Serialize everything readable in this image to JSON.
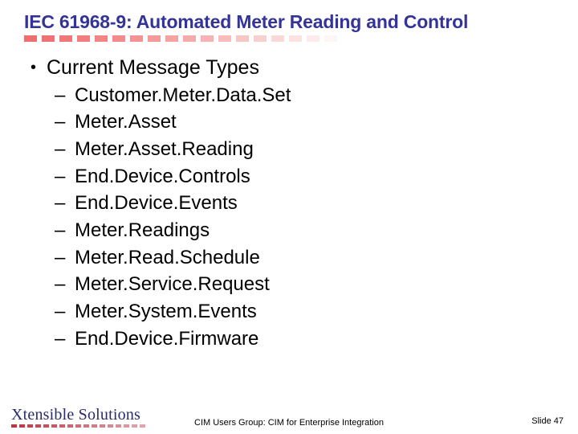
{
  "slide": {
    "title": "IEC 61968-9: Automated Meter Reading and Control",
    "title_color": "#333399",
    "rule_color": "#EF6E6E",
    "body": {
      "bullets": [
        {
          "level": 1,
          "marker": "•",
          "text": "Current Message Types"
        },
        {
          "level": 2,
          "marker": "–",
          "text": "Customer.Meter.Data.Set"
        },
        {
          "level": 2,
          "marker": "–",
          "text": "Meter.Asset"
        },
        {
          "level": 2,
          "marker": "–",
          "text": "Meter.Asset.Reading"
        },
        {
          "level": 2,
          "marker": "–",
          "text": "End.Device.Controls"
        },
        {
          "level": 2,
          "marker": "–",
          "text": "End.Device.Events"
        },
        {
          "level": 2,
          "marker": "–",
          "text": "Meter.Readings"
        },
        {
          "level": 2,
          "marker": "–",
          "text": "Meter.Read.Schedule"
        },
        {
          "level": 2,
          "marker": "–",
          "text": "Meter.Service.Request"
        },
        {
          "level": 2,
          "marker": "–",
          "text": "Meter.System.Events"
        },
        {
          "level": 2,
          "marker": "–",
          "text": "End.Device.Firmware"
        }
      ]
    }
  },
  "footer": {
    "logo_text": "Xtensible Solutions",
    "logo_color": "#2B2B6B",
    "logo_rule_color": "#B23A48",
    "center_text": "CIM Users Group: CIM for Enterprise Integration",
    "slide_number_label": "Slide 47"
  }
}
